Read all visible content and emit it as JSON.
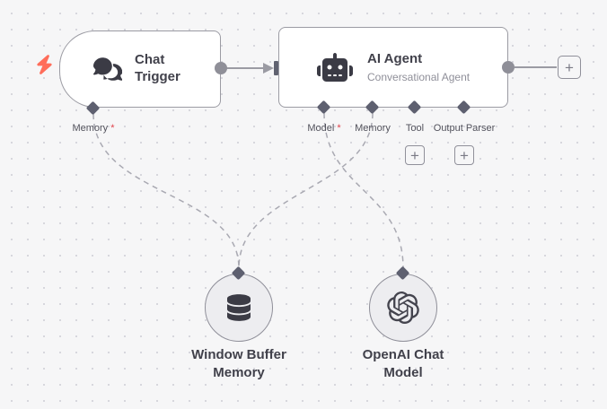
{
  "canvas": {
    "background": "#f6f6f7",
    "dot_color": "#d7d7dd"
  },
  "colors": {
    "node_border": "#9b9ba3",
    "endpoint_diamond": "#5e6070",
    "connection": "#9b9ba3",
    "trigger_bolt": "#ff6d5a",
    "required_asterisk": "#e0434c",
    "title_text": "#41414b",
    "subtitle_text": "#8f8f99"
  },
  "nodes": {
    "chat_trigger": {
      "title": "Chat Trigger",
      "icon": "chat-bubbles-icon",
      "inputs": [
        {
          "label": "Memory",
          "asterisk": " *",
          "required": true
        }
      ]
    },
    "ai_agent": {
      "title": "AI Agent",
      "subtitle": "Conversational Agent",
      "icon": "robot-icon",
      "inputs": [
        {
          "label": "Model",
          "asterisk": " *",
          "required": true
        },
        {
          "label": "Memory",
          "required": false
        },
        {
          "label": "Tool",
          "required": false
        },
        {
          "label": "Output Parser",
          "required": false
        }
      ]
    },
    "window_buffer_memory": {
      "title": "Window Buffer Memory",
      "icon": "database-icon"
    },
    "openai_chat_model": {
      "title": "OpenAI Chat Model",
      "icon": "openai-logo-icon"
    }
  },
  "buttons": {
    "add_node": "+"
  },
  "connections": [
    {
      "from": "Chat Trigger",
      "to": "AI Agent",
      "style": "solid"
    },
    {
      "from": "Window Buffer Memory",
      "to": "Chat Trigger.Memory",
      "style": "dashed"
    },
    {
      "from": "Window Buffer Memory",
      "to": "AI Agent.Memory",
      "style": "dashed"
    },
    {
      "from": "OpenAI Chat Model",
      "to": "AI Agent.Model",
      "style": "dashed"
    }
  ]
}
